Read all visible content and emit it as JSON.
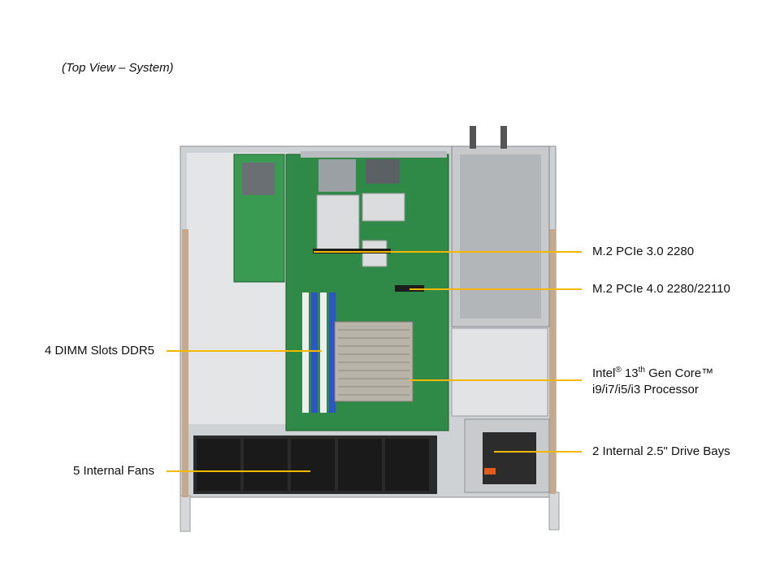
{
  "caption": "(Top View – System)",
  "colors": {
    "callout_line": "#F5B700",
    "chassis": "#d9dbdd",
    "board": "#2f8a48",
    "heatsink": "#b9b4aa"
  },
  "callouts": {
    "m2_pcie3": "M.2 PCIe 3.0 2280",
    "m2_pcie4": "M.2 PCIe 4.0 2280/22110",
    "dimm": "4 DIMM Slots DDR5",
    "cpu_brand": "Intel",
    "cpu_reg": "®",
    "cpu_gen_num": "13",
    "cpu_gen_suffix": "th",
    "cpu_gen_rest": "Gen Core™",
    "cpu_line2": "i9/i7/i5/i3 Processor",
    "drive_bays": "2 Internal  2.5\" Drive Bays",
    "fans": "5 Internal  Fans"
  }
}
